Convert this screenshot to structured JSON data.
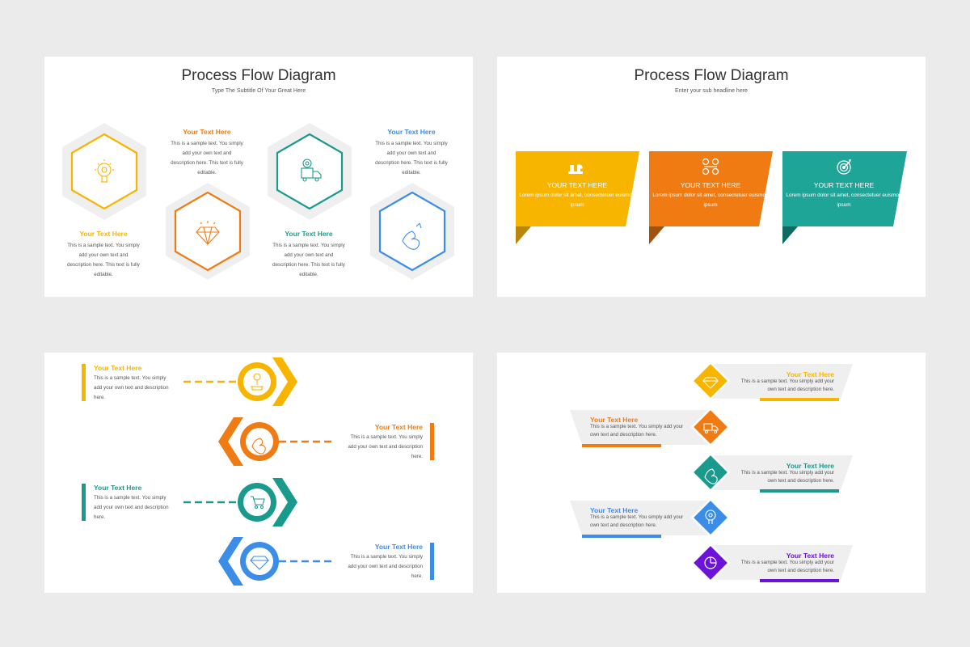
{
  "slide1": {
    "title": "Process Flow Diagram",
    "subtitle": "Type The Subtitle Of Your Great Here",
    "items": [
      {
        "heading": "Your Text Here",
        "text": "This is a sample text. You simply add your own text and description here. This text is fully editable.",
        "color": "#f7b500",
        "icon": "bulb-gear-icon"
      },
      {
        "heading": "Your Text Here",
        "text": "This is a sample text. You simply add your own text and description here. This text is fully editable.",
        "color": "#f07b12",
        "icon": "diamond-icon"
      },
      {
        "heading": "Your Text Here",
        "text": "This is a sample text. You simply add your own text and description here. This text is fully editable.",
        "color": "#1a9a8c",
        "icon": "delivery-truck-icon"
      },
      {
        "heading": "Your Text Here",
        "text": "This is a sample text. You simply add your own text and description here. This text is fully editable.",
        "color": "#3b8de8",
        "icon": "strong-arm-icon"
      }
    ]
  },
  "slide2": {
    "title": "Process Flow Diagram",
    "subtitle": "Enter your sub headline here",
    "boxes": [
      {
        "heading": "YOUR TEXT HERE",
        "text": "Lorem ipsum dolor sit amet, consectetuer euismod ipsum",
        "color": "#f7b500",
        "icon": "chess-icon"
      },
      {
        "heading": "YOUR TEXT HERE",
        "text": "Lorem ipsum dolor sit amet, consectetuer euismod ipsum",
        "color": "#f07b12",
        "icon": "handshake-icon"
      },
      {
        "heading": "YOUR TEXT HERE",
        "text": "Lorem ipsum dolor sit amet, consectetuer euismod ipsum",
        "color": "#1ea597",
        "icon": "target-icon"
      }
    ]
  },
  "slide3": {
    "items": [
      {
        "heading": "Your Text Here",
        "text": "This is a sample text. You simply add your own text and description here.",
        "color": "#f7b500",
        "icon": "money-plant-icon"
      },
      {
        "heading": "Your Text Here",
        "text": "This is a sample text. You simply add your own text and description here.",
        "color": "#f07b12",
        "icon": "strong-arm-icon"
      },
      {
        "heading": "Your Text Here",
        "text": "This is a sample text. You simply add your own text and description here.",
        "color": "#1a9a8c",
        "icon": "shopping-cart-icon"
      },
      {
        "heading": "Your Text Here",
        "text": "This is a sample text. You simply add your own text and description here.",
        "color": "#3b8de8",
        "icon": "diamond-icon"
      }
    ]
  },
  "slide4": {
    "items": [
      {
        "heading": "Your Text Here",
        "text": "This is a sample text. You simply add your own text and description here.",
        "color": "#f7b500",
        "icon": "diamond-icon"
      },
      {
        "heading": "Your Text Here",
        "text": "This is a sample text. You simply add your own text and description here.",
        "color": "#f07b12",
        "icon": "delivery-truck-icon"
      },
      {
        "heading": "Your Text Here",
        "text": "This is a sample text. You simply add your own text and description here.",
        "color": "#1a9a8c",
        "icon": "strong-arm-icon"
      },
      {
        "heading": "Your Text Here",
        "text": "This is a sample text. You simply add your own text and description here.",
        "color": "#3b8de8",
        "icon": "bulb-gear-icon"
      },
      {
        "heading": "Your Text Here",
        "text": "This is a sample text. You simply add your own text and description here.",
        "color": "#6d12d8",
        "icon": "pie-chart-icon"
      }
    ]
  }
}
